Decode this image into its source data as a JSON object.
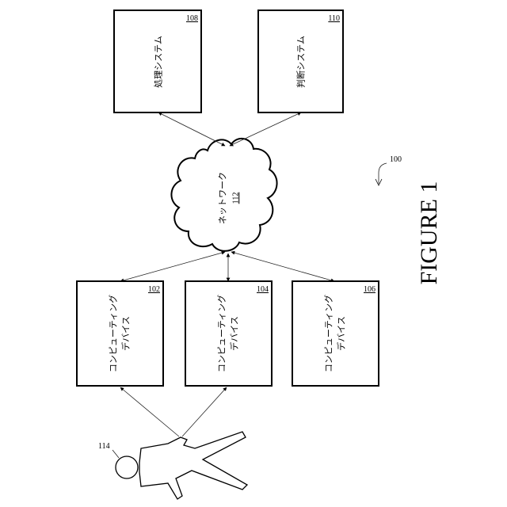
{
  "figure": {
    "title": "FIGURE 1",
    "ref": "100"
  },
  "systems": {
    "processing": {
      "label": "処理システム",
      "ref": "108"
    },
    "judgment": {
      "label": "判断システム",
      "ref": "110"
    }
  },
  "network": {
    "label": "ネットワーク",
    "ref": "112"
  },
  "devices": [
    {
      "line1": "コンピューティング",
      "line2": "デバイス",
      "ref": "102"
    },
    {
      "line1": "コンピューティング",
      "line2": "デバイス",
      "ref": "104"
    },
    {
      "line1": "コンピューティング",
      "line2": "デバイス",
      "ref": "106"
    }
  ],
  "user": {
    "ref": "114"
  }
}
